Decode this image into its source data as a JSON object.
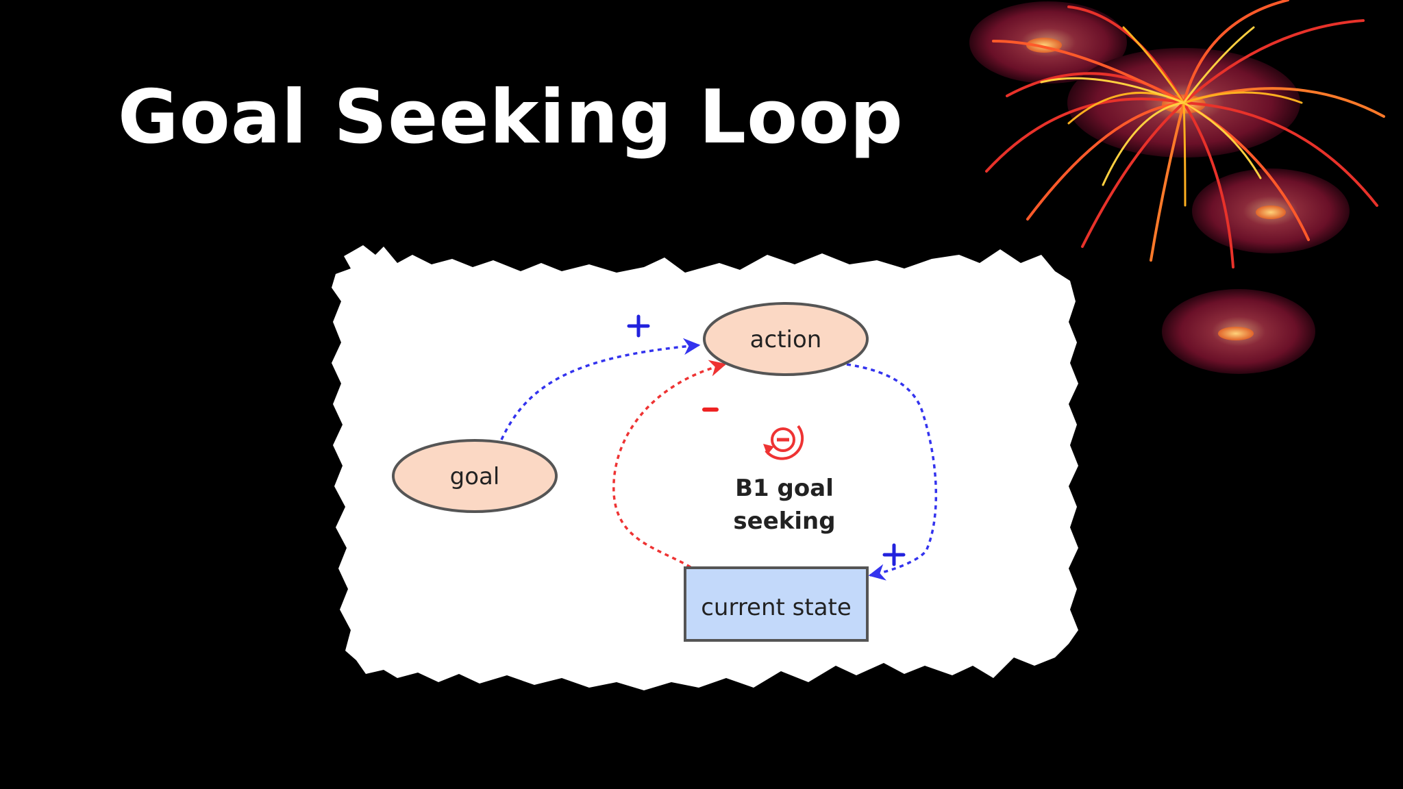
{
  "slide": {
    "title": "Goal Seeking Loop"
  },
  "diagram": {
    "nodes": {
      "goal": "goal",
      "action": "action",
      "current_state": "current state"
    },
    "links": [
      {
        "from": "goal",
        "to": "action",
        "polarity": "+",
        "color": "#3333ee"
      },
      {
        "from": "action",
        "to": "current state",
        "polarity": "+",
        "color": "#3333ee"
      },
      {
        "from": "current state",
        "to": "action",
        "polarity": "-",
        "color": "#ee3333"
      }
    ],
    "loop": {
      "icon": "balancing-loop-icon",
      "line1": "B1 goal",
      "line2": "seeking"
    },
    "colors": {
      "node_fill": "#fbd8c4",
      "stock_fill": "#c3d9fa",
      "positive_link": "#3333ee",
      "negative_link": "#ee3333"
    }
  },
  "decoration": {
    "icon": "firework-burst-icon"
  }
}
